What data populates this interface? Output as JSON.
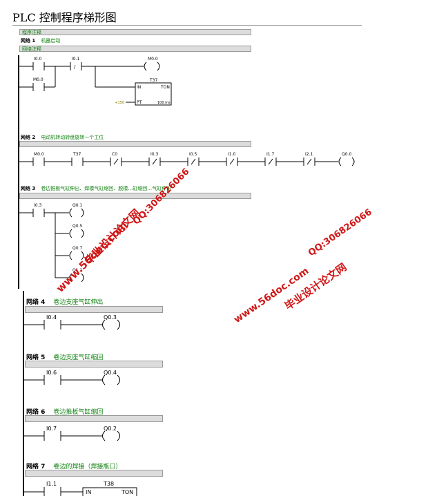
{
  "title": "PLC 控制程序梯形图",
  "program_comment": "程序注释",
  "net_comment_label": "网络注释",
  "networks": [
    {
      "label": "网络 1",
      "comment": "机器启动"
    },
    {
      "label": "网络 2",
      "comment": "电动机转动转盘旋转一个工位"
    },
    {
      "label": "网络 3",
      "comment": "卷边推板气缸伸出、焊模气缸缩回、脱模…缸缩回…气缸伸出"
    },
    {
      "label": "网络 4",
      "comment": "卷边支座气缸伸出"
    },
    {
      "label": "网络 5",
      "comment": "卷边支座气缸缩回"
    },
    {
      "label": "网络 6",
      "comment": "卷边推板气缸缩回"
    },
    {
      "label": "网络 7",
      "comment": "卷边的焊接（焊接瓶口）"
    }
  ],
  "net1": {
    "contacts": [
      "I0.0",
      "I0.1",
      "M0.0"
    ],
    "coil": "M0.0",
    "timer": {
      "name": "T37",
      "in": "IN",
      "type": "TON",
      "pt_label": "PT",
      "pt_value": "+150",
      "base": "100 ms"
    },
    "not_sym": "/"
  },
  "net2": {
    "contacts": [
      "M0.0",
      "T37",
      "C0",
      "I0.3",
      "I0.5",
      "I1.0",
      "I1.7",
      "I2.1"
    ],
    "coil": "Q0.0"
  },
  "net3": {
    "contact": "I0.3",
    "coils": [
      "Q0.1",
      "Q0.5",
      "Q0.7",
      "Q1.1"
    ]
  },
  "net4": {
    "contact": "I0.4",
    "coil": "Q0.3"
  },
  "net5": {
    "contact": "I0.6",
    "coil": "Q0.4"
  },
  "net6": {
    "contact": "I0.7",
    "coil": "Q0.2"
  },
  "net7": {
    "contact": "I1.1",
    "timer": {
      "name": "T38",
      "in": "IN",
      "type": "TON"
    }
  },
  "watermarks": {
    "site": "www.56doc.com",
    "qq": "QQ:306826066",
    "name": "毕业设计论文网"
  }
}
